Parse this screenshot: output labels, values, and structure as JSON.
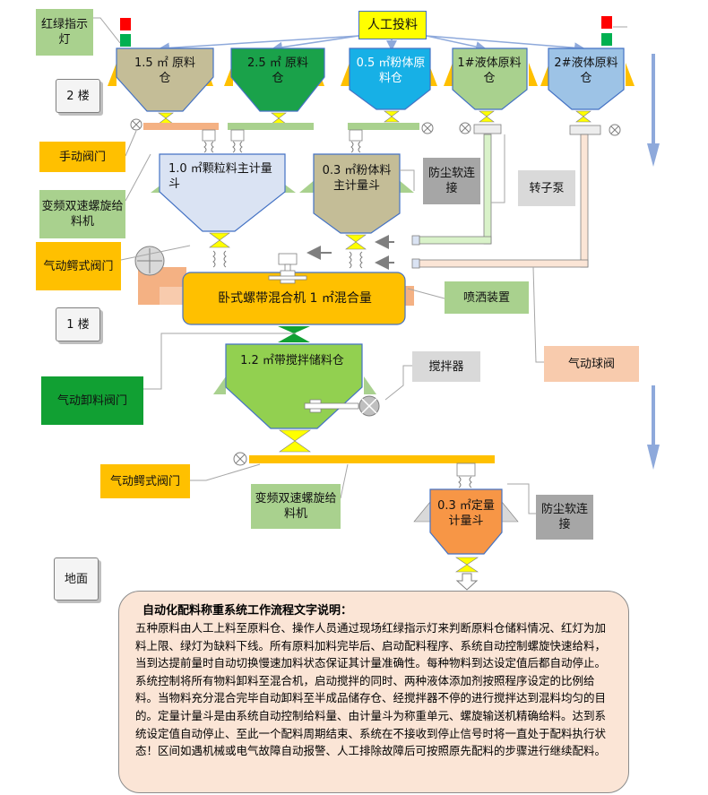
{
  "labels": {
    "red_green_light": "红绿指示灯",
    "manual_feed": "人工投料",
    "floor2": "2 楼",
    "floor1": "1 楼",
    "ground": "地面",
    "manual_valve": "手动阀门",
    "vfd_screw_feeder_1": "变频双速螺旋给料机",
    "pneumatic_butterfly_valve_1": "气动鳄式阀门",
    "dust_soft_connect_1": "防尘软连接",
    "rotor_pump": "转子泵",
    "spray_device": "喷洒装置",
    "pneumatic_ball_valve": "气动球阀",
    "pneumatic_discharge_valve": "气动卸料阀门",
    "agitator": "搅拌器",
    "pneumatic_butterfly_valve_2": "气动鳄式阀门",
    "vfd_screw_feeder_2": "变频双速螺旋给料机",
    "dust_soft_connect_2": "防尘软连接"
  },
  "bins": {
    "bin1": "1.5 ㎡ 原料仓",
    "bin2": "2.5 ㎡ 原料仓",
    "bin3": "0.5 ㎡粉体原料仓",
    "bin4": "1#液体原料仓",
    "bin5": "2#液体原料仓",
    "granule_hopper": "1.0 ㎡颗粒料主计量斗",
    "powder_hopper": "0.3 ㎡粉体料主计量斗",
    "mixer": "卧式螺带混合机 1 ㎡混合量",
    "storage_bin": "1.2 ㎡带搅拌储料仓",
    "final_hopper": "0.3 ㎡定量计量斗"
  },
  "description": {
    "title": "自动化配料称重系统工作流程文字说明：",
    "body": "五种原料由人工上料至原料仓、操作人员通过现场红绿指示灯来判断原料仓储料情况、红灯为加料上限、绿灯为缺料下线。所有原料加料完毕后、启动配料程序、系统自动控制螺旋快速给料，当到达提前量时自动切换慢速加料状态保证其计量准确性。每种物料到达设定值后都自动停止。系统控制将所有物料卸料至混合机，启动搅拌的同时、两种液体添加剂按照程序设定的比例给料。当物料充分混合完毕自动卸料至半成品储存仓、经搅拌器不停的进行搅拌达到混料均匀的目的。定量计量斗是由系统自动控制给料量、由计量斗为称重单元、螺旋输送机精确给料。达到系统设定值自动停止、至此一个配料周期结束、系统在不接收到停止信号时将一直处于配料执行状态！区间如遇机械或电气故障自动报警、人工排除故障后可按照原先配料的步骤进行继续配料。"
  },
  "colors": {
    "bin_tan": "#c4bd97",
    "bin_green": "#1aa24a",
    "bin_blue": "#17b0e6",
    "bin_lightgreen": "#a9d18e",
    "bin_lightblue": "#9dc3e6",
    "hopper_light": "#dae3f3",
    "hopper_tan": "#c4bd97",
    "mixer_orange": "#ffc000",
    "storage_green": "#92d050",
    "final_orange": "#f79646",
    "triangle_yellow": "#ffc000",
    "triangle_green": "#a9d18e"
  }
}
